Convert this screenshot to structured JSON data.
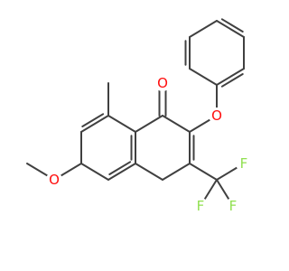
{
  "structure": {
    "atoms": [
      {
        "id": "O_ketone",
        "symbol": "O",
        "color": "#ff0d0d"
      },
      {
        "id": "O_ring",
        "symbol": "O",
        "color": "#ff0d0d"
      },
      {
        "id": "O_phenoxy",
        "symbol": "O",
        "color": "#ff0d0d"
      },
      {
        "id": "O_methoxy",
        "symbol": "O",
        "color": "#ff0d0d"
      },
      {
        "id": "F1",
        "symbol": "F",
        "color": "#90e050"
      },
      {
        "id": "F2",
        "symbol": "F",
        "color": "#90e050"
      },
      {
        "id": "F3",
        "symbol": "F",
        "color": "#90e050"
      }
    ],
    "bond_color": "#404040"
  }
}
